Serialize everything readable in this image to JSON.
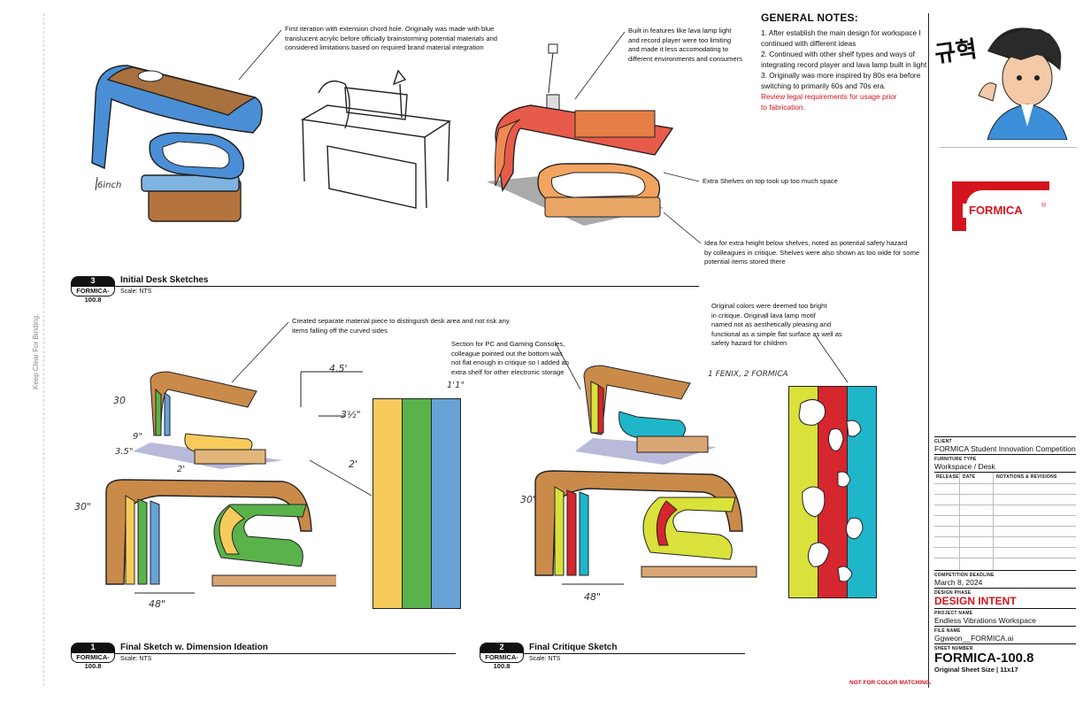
{
  "notes": {
    "n1": [
      "First iteration with extension chord hole. Originally was made with blue",
      "translucent acrylic before officially brainstorming potential materials and",
      "considered limitations based on required brand  material integration"
    ],
    "n2": [
      "Built in features like lava lamp light",
      "and record player were too limiting",
      "and made it less accomodating to",
      "different environments and consumers"
    ],
    "n3": "Extra Shelves on top took up too much space",
    "n4": [
      "Idea for extra height below shelves, noted as potential safety hazard",
      "by colleagues in critique. Shelves were also shown as too wide for some",
      "potential items stored there"
    ],
    "n5": [
      "Created separate material piece to distinguish desk area and not risk any",
      "items falling off the curved sides"
    ],
    "n6": [
      "Section for PC and Gaming Consoles,",
      "colleague pointed out the bottom was",
      "not flat enough in critique so I added an",
      "extra shelf for other electronic storage"
    ],
    "n7": [
      "Original colors were deemed too bright",
      "in critique. Originall lava lamp motif",
      "named not as aesthetically pleasing and",
      "functional as a simple flat surface as well as",
      "safety hazard for children"
    ]
  },
  "general": {
    "title": "GENERAL NOTES:",
    "items": [
      "1.   After establish the main design for workspace I",
      "continued with different ideas",
      "2. Continued with other shelf types and ways of",
      "integrating record player and lava lamp built in light",
      "3. Originally was more inspired by 80s era before",
      "switching to primarily 60s and 70s era."
    ],
    "warning": [
      "Review legal requirements for usage prior",
      "to fabrication."
    ]
  },
  "margin_text": "Keep Clear For Binding.",
  "handwritten": {
    "sketch_dim": "6inch",
    "dim_30a": "30",
    "dim_30b": "30\"",
    "dim_9": "9\"",
    "dim_3": "3.5\"",
    "dim_2": "2'",
    "dim_45": "4.5'",
    "dim_35": "3½\"",
    "dim_2b": "2'",
    "dim_11": "1'1\"",
    "dim_48": "48\"",
    "dim_30c": "30\"",
    "dim_48b": "48\"",
    "fenix": "1 FENIX, 2 FORMICA"
  },
  "labels": [
    {
      "num": "3",
      "sheet": "FORMICA-100.8",
      "title": "Initial Desk Sketches",
      "scale": "Scale: NTS"
    },
    {
      "num": "1",
      "sheet": "FORMICA-100.8",
      "title": "Final Sketch w. Dimension Ideation",
      "scale": "Scale: NTS"
    },
    {
      "num": "2",
      "sheet": "FORMICA-100.8",
      "title": "Final Critique Sketch",
      "scale": "Scale: NTS"
    }
  ],
  "brand": {
    "logo_text": "FORMICA",
    "reg": "®",
    "color": "#d4141c"
  },
  "title_block": {
    "client_label": "CLIENT",
    "client": "FORMICA Student Innovation Competition",
    "furniture_label": "FURNITURE TYPE",
    "furniture": "Workspace / Desk",
    "release_label": "RELEASE",
    "date_label": "DATE",
    "notations_label": "NOTATIONS & REVISIONS",
    "deadline_label": "COMPETITION DEADLINE",
    "deadline": "March 8, 2024",
    "phase_label": "DESIGN PHASE",
    "phase": "DESIGN INTENT",
    "project_label": "PROJECT NAME",
    "project": "Endless Vibrations Workspace",
    "file_label": "FILE NAME",
    "file": "Ggweon__FORMICA.ai",
    "sheet_label": "SHEET NUMBER",
    "sheet": "FORMICA-100.8",
    "size": "Original Sheet Size | 11x17"
  },
  "footer_warning": "NOT FOR COLOR MATCHING.",
  "avatar_glyph": "규혁",
  "colors": {
    "yellow": "#f6cb5c",
    "green": "#5ab24a",
    "blue": "#67a3d6",
    "wood": "#c98a4a",
    "red": "#d6262e",
    "lime": "#d9e13a",
    "cyan": "#1fb6c9"
  }
}
